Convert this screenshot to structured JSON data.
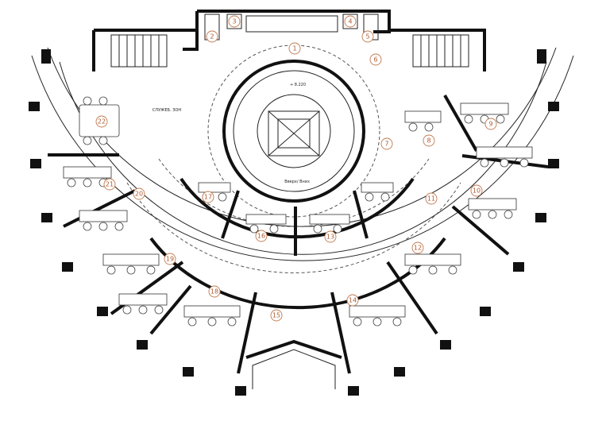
{
  "plan": {
    "rooms": [
      "1",
      "2",
      "3",
      "4",
      "5",
      "6",
      "7",
      "8",
      "9",
      "10",
      "11",
      "12",
      "13",
      "14",
      "15",
      "16",
      "17",
      "18",
      "19",
      "20",
      "21",
      "22"
    ],
    "lift_label": "+ 8.220",
    "stair_note": "Вверх/ Вниз",
    "corridor_note": "СЛУЖЕБ. ЗОН"
  }
}
